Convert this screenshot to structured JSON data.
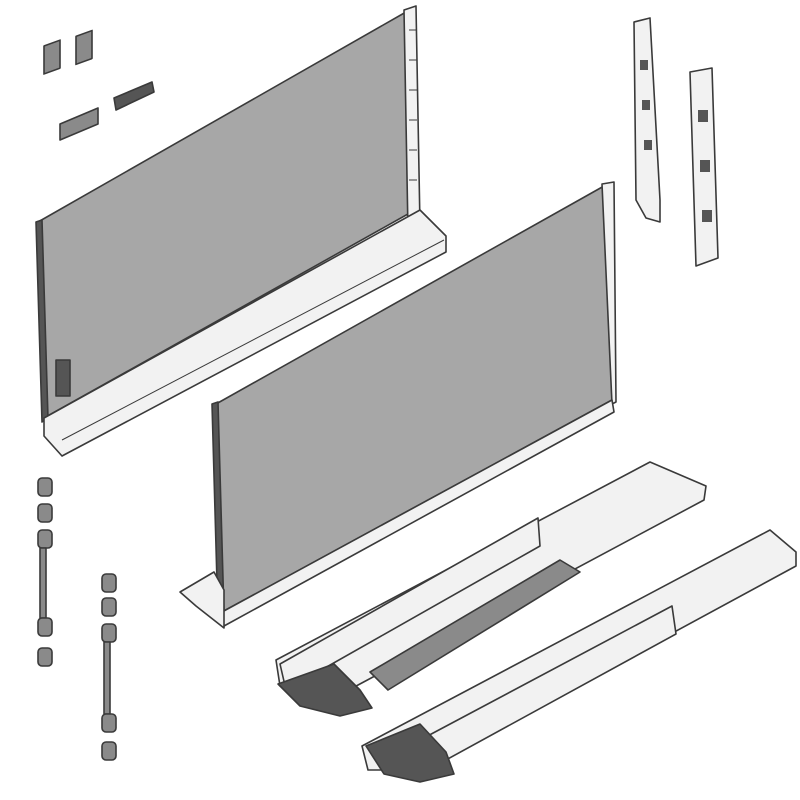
{
  "colors": {
    "background": "#ffffff",
    "panel_fill": "#a7a7a7",
    "outline": "#3a3a3a",
    "metal": "#f2f2f2",
    "dark_part": "#555555"
  },
  "icons": [
    "drawer-side-panel",
    "runner",
    "rear-bracket",
    "front-fixing-bracket",
    "cover-cap"
  ]
}
